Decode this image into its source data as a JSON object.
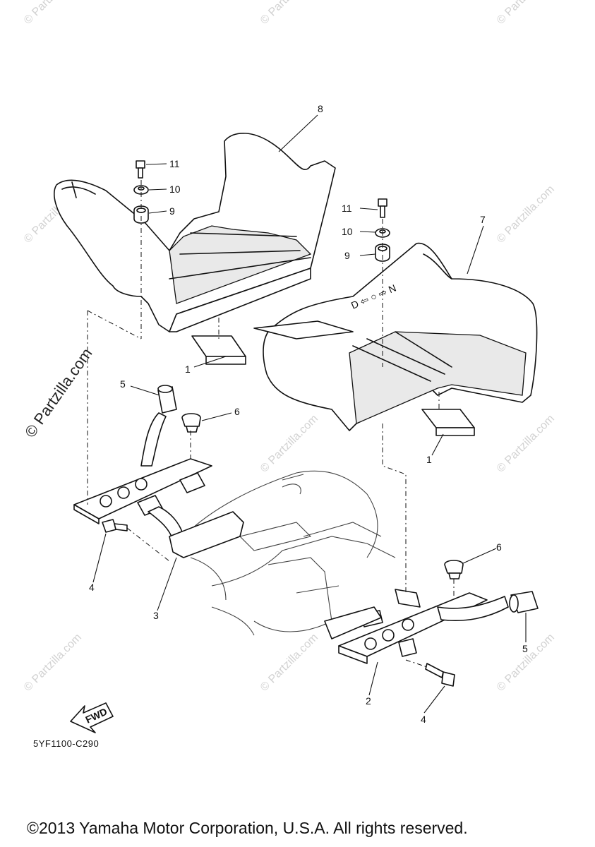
{
  "watermark": {
    "tile_text": "© Partzilla.com",
    "main_text": "© Partzilla.com"
  },
  "callouts": {
    "footrest_board_pad_left": "1",
    "footrest_board_pad_right": "1",
    "footrest_bracket_right": "2",
    "footrest_bracket_left": "3",
    "bolt_left": "4",
    "bolt_right": "4",
    "cap_left": "5",
    "cap_right": "5",
    "grommet_left": "6",
    "grommet_right": "6",
    "footrest_board_right": "7",
    "footrest_board_left": "8",
    "damper_left": "9",
    "damper_right": "9",
    "collar_left": "10",
    "collar_right": "10",
    "screw_left": "11",
    "screw_right": "11"
  },
  "board_marking": "D ⇦ ○ ⇨ N",
  "fwd_label": "FWD",
  "diagram_code": "5YF1100-C290",
  "copyright": "©2013 Yamaha Motor Corporation, U.S.A. All rights reserved."
}
